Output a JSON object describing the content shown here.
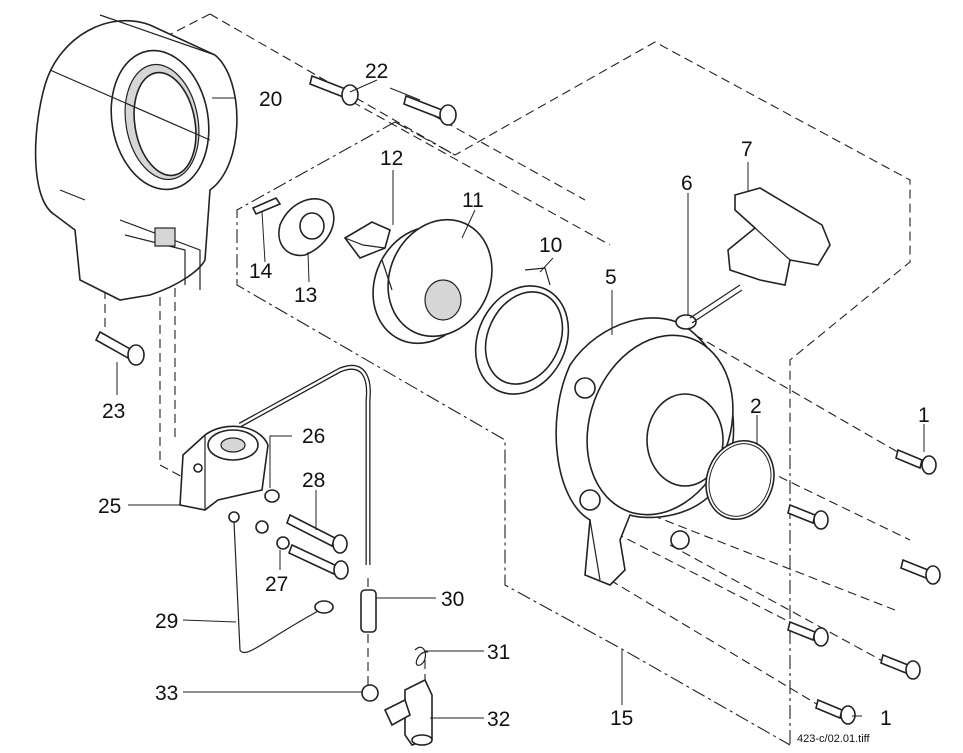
{
  "diagram": {
    "file_caption": "423-c/02.01.tiff",
    "callouts": [
      {
        "id": "p1a",
        "label": "1"
      },
      {
        "id": "p1b",
        "label": "1"
      },
      {
        "id": "p2",
        "label": "2"
      },
      {
        "id": "p5",
        "label": "5"
      },
      {
        "id": "p6",
        "label": "6"
      },
      {
        "id": "p7",
        "label": "7"
      },
      {
        "id": "p10",
        "label": "10"
      },
      {
        "id": "p11",
        "label": "11"
      },
      {
        "id": "p12",
        "label": "12"
      },
      {
        "id": "p13",
        "label": "13"
      },
      {
        "id": "p14",
        "label": "14"
      },
      {
        "id": "p15",
        "label": "15"
      },
      {
        "id": "p20",
        "label": "20"
      },
      {
        "id": "p22",
        "label": "22"
      },
      {
        "id": "p23",
        "label": "23"
      },
      {
        "id": "p25",
        "label": "25"
      },
      {
        "id": "p26",
        "label": "26"
      },
      {
        "id": "p27",
        "label": "27"
      },
      {
        "id": "p28",
        "label": "28"
      },
      {
        "id": "p29",
        "label": "29"
      },
      {
        "id": "p30",
        "label": "30"
      },
      {
        "id": "p31",
        "label": "31"
      },
      {
        "id": "p32",
        "label": "32"
      },
      {
        "id": "p33",
        "label": "33"
      }
    ]
  }
}
